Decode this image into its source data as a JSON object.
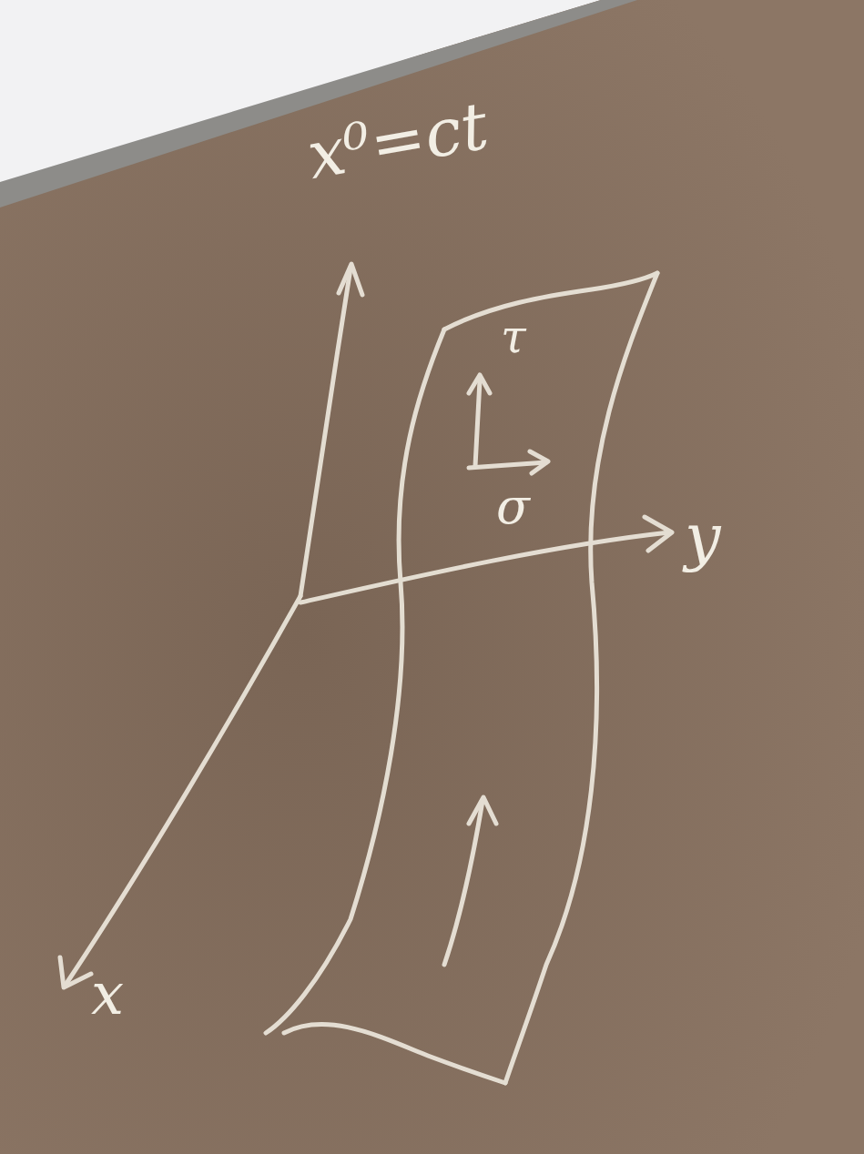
{
  "diagram": {
    "labels": [
      "x⁰=ct",
      "τ",
      "σ",
      "y",
      "x"
    ]
  }
}
